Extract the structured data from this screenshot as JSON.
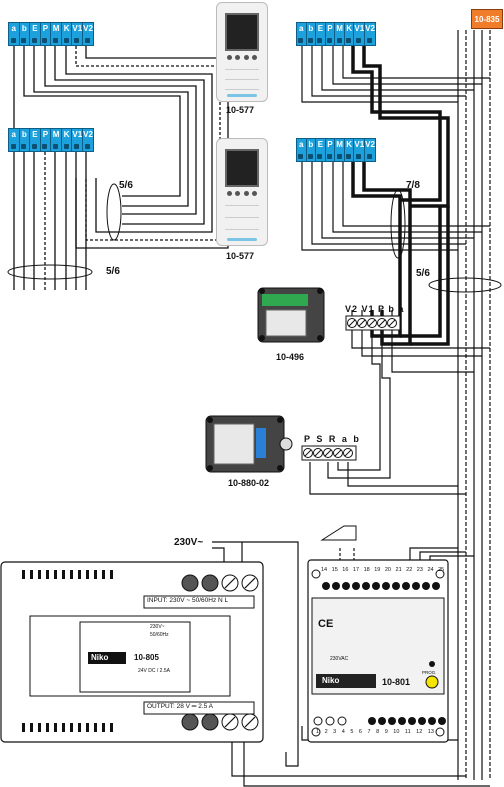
{
  "labels": {
    "ref_10_835": "10-835",
    "monitor_top": "10-577",
    "monitor_bottom": "10-577",
    "module_10_496": "10-496",
    "module_10_880_02": "10-880-02",
    "supply_10_805": "10-805",
    "controller_10_801": "10-801",
    "cable_5_6_upper_left": "5/6",
    "cable_5_6_lower_left": "5/6",
    "cable_7_8": "7/8",
    "cable_5_6_right": "5/6",
    "mains": "230V~"
  },
  "terminal_blocks": {
    "left_top": [
      "a",
      "b",
      "E",
      "P",
      "M",
      "K",
      "V1",
      "V2"
    ],
    "left_bottom": [
      "a",
      "b",
      "E",
      "P",
      "M",
      "K",
      "V1",
      "V2"
    ],
    "right_top": [
      "a",
      "b",
      "E",
      "P",
      "M",
      "K",
      "V1",
      "V2"
    ],
    "right_bottom": [
      "a",
      "b",
      "E",
      "P",
      "M",
      "K",
      "V1",
      "V2"
    ],
    "module_10_496": [
      "V2",
      "V1",
      "P",
      "b",
      "a"
    ],
    "module_10_880_02": [
      "P",
      "S",
      "R",
      "a",
      "b"
    ]
  },
  "power_supply": {
    "input_label": "INPUT: 230V ~      50/60Hz  N  L",
    "output_label": "OUTPUT: 28 V ═ 2.5 A",
    "brand": "Niko",
    "model": "10-805",
    "spec_line_1": "230V~",
    "spec_line_2": "50/60Hz",
    "spec_line_3": "24V DC / 2.5A"
  },
  "controller": {
    "brand": "Niko",
    "model": "10-801",
    "top_terminals": [
      "14",
      "15",
      "16",
      "17",
      "18",
      "19",
      "20",
      "21",
      "22",
      "23",
      "24",
      "25"
    ],
    "bottom_terminals": [
      "1",
      "2",
      "3",
      "4",
      "5",
      "6",
      "7",
      "8",
      "9",
      "10",
      "11",
      "12",
      "13"
    ],
    "ce_mark": "CE",
    "mains_label": "230VAC",
    "prog_label": "PROG."
  },
  "colors": {
    "terminal_blue": "#1da1dc",
    "orange_tag": "#f07d2a",
    "wire": "#111111",
    "module_green": "#2fa84f",
    "device_grey": "#3f3f3f",
    "prog_button": "#f5e400"
  }
}
